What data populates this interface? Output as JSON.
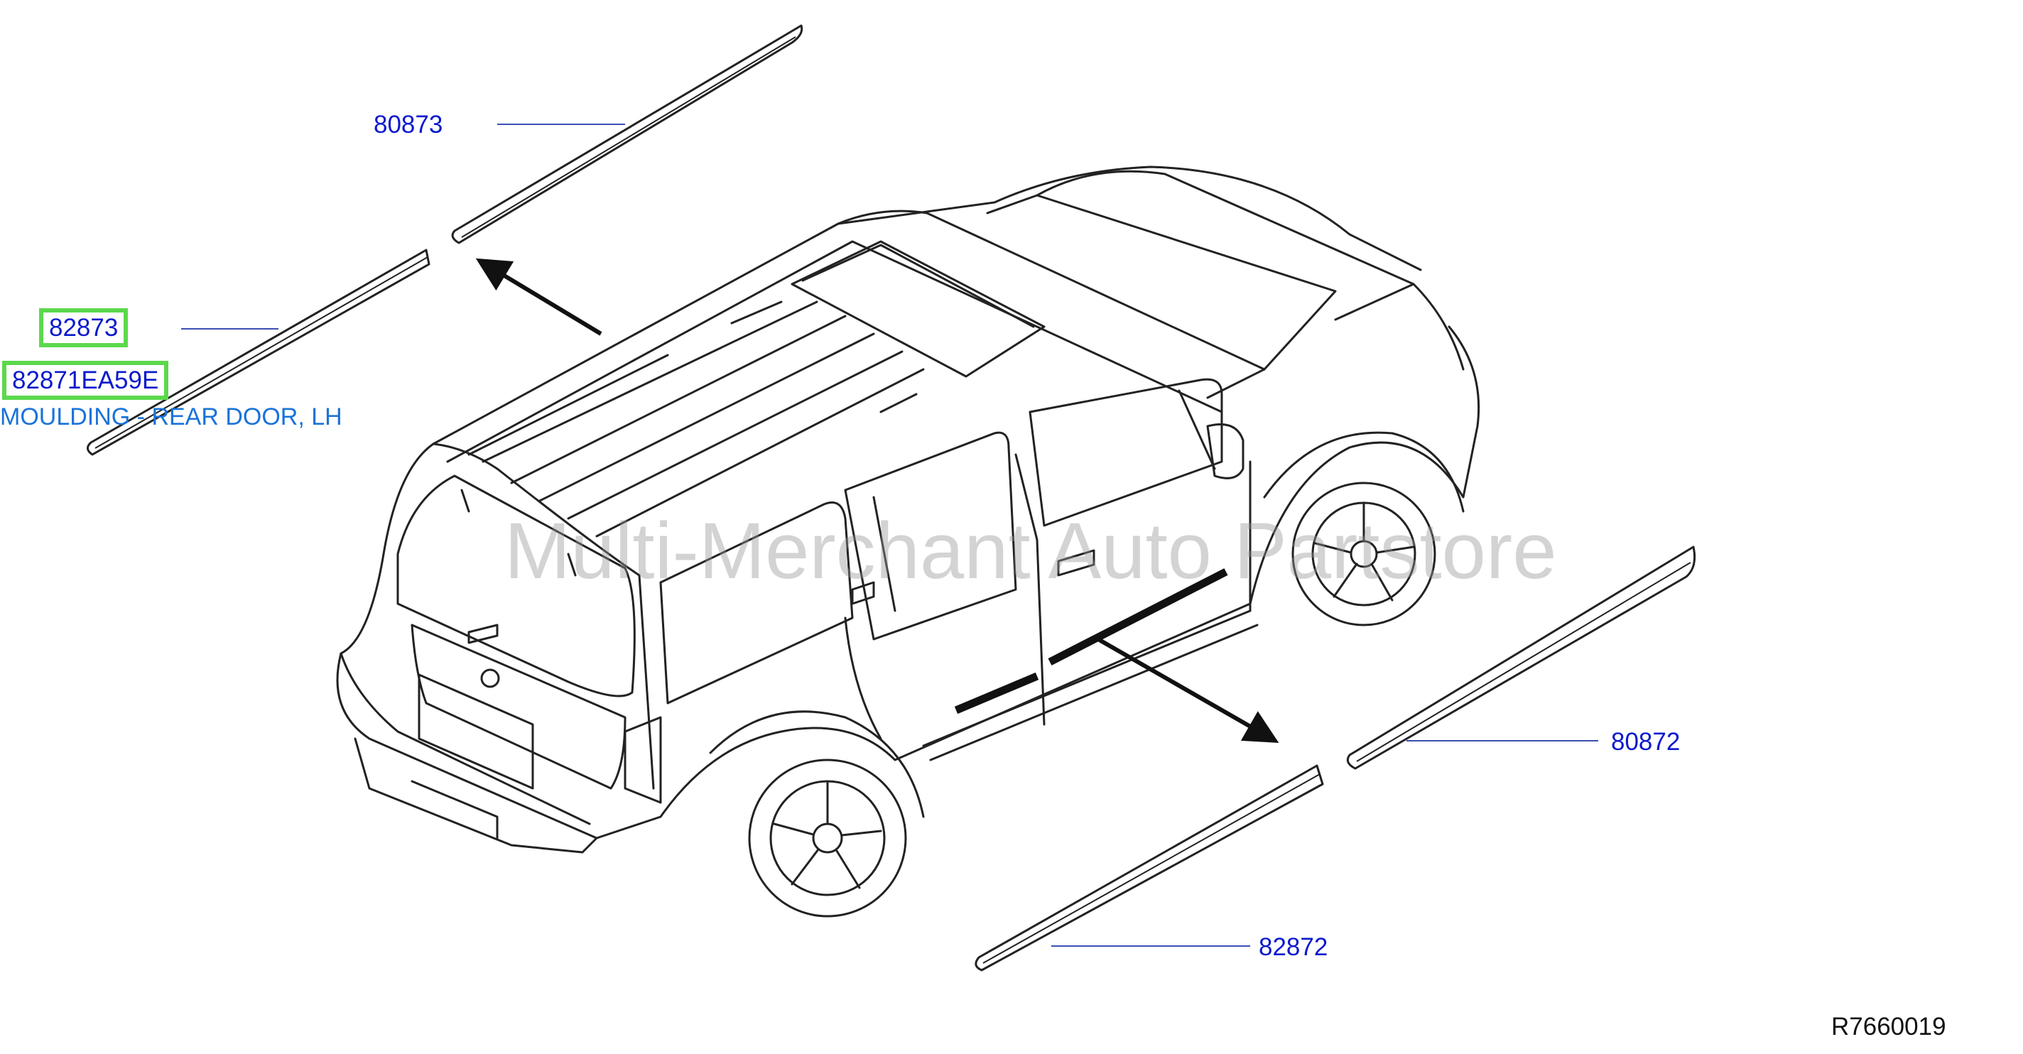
{
  "colors": {
    "callout_text": "#0a1acc",
    "description_text": "#1a73d9",
    "highlight_border": "#5cd84c",
    "line_art": "#222222",
    "leader_line": "#3a4fb5",
    "watermark": "#969696"
  },
  "callouts": {
    "part_80873": "80873",
    "part_82873": "82873",
    "part_82871EA59E": "82871EA59E",
    "part_80872": "80872",
    "part_82872": "82872"
  },
  "descriptions": {
    "rear_door_lh": "MOULDING - REAR DOOR, LH"
  },
  "watermark": {
    "text": "Multi-Merchant Auto Partstore"
  },
  "diagram_ref": {
    "code": "R7660019"
  }
}
